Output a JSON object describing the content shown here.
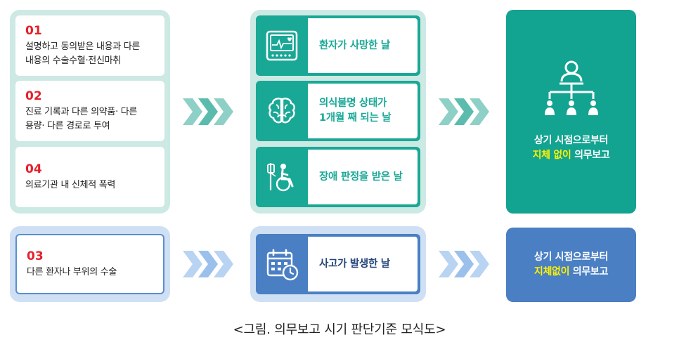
{
  "cases": [
    {
      "num": "01",
      "lines": [
        "설명하고 동의받은 내용과 다른",
        "내용의 수술수혈·전신마취"
      ]
    },
    {
      "num": "02",
      "lines": [
        "진료 기록과 다른 의약품· 다른",
        "용량· 다른 경로로 투여"
      ]
    },
    {
      "num": "04",
      "lines": [
        "의료기관 내 신체적 폭력"
      ]
    },
    {
      "num": "03",
      "lines": [
        "다른 환자나 부위의 수술"
      ]
    }
  ],
  "events": [
    {
      "icon": "monitor-icon",
      "lines": [
        "환자가 사망한 날"
      ]
    },
    {
      "icon": "brain-icon",
      "lines": [
        "의식불명 상태가",
        "1개월 째 되는 날"
      ]
    },
    {
      "icon": "wheelchair-icon",
      "lines": [
        "장애 판정을 받은 날"
      ]
    },
    {
      "icon": "calendar-icon",
      "lines": [
        "사고가 발생한 날"
      ]
    }
  ],
  "results": [
    {
      "icon": "org-chart-icon",
      "line1": "상기 시점으로부터",
      "highlight": "지체 없이",
      "rest": " 의무보고"
    },
    {
      "line1": "상기 시점으로부터",
      "highlight": "지체없이",
      "rest": " 의무보고"
    }
  ],
  "caption": "<그림. 의무보고 시기 판단기준 모식도>",
  "colors": {
    "teal": "#12a391",
    "teal_light": "#cde9e3",
    "blue": "#4a7fc3",
    "blue_light": "#cfe0f4",
    "red": "#e5202b",
    "yellow": "#fff200"
  }
}
